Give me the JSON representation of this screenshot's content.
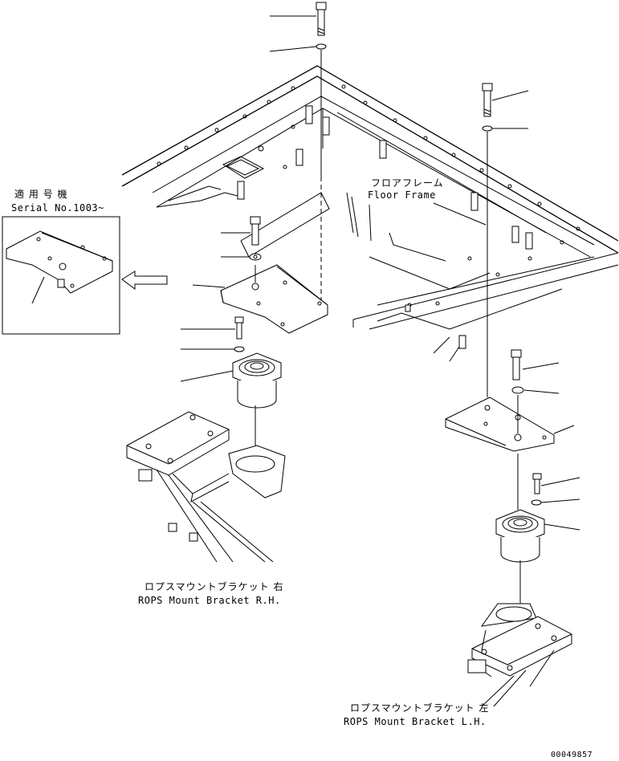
{
  "labels": {
    "serial_jp": "適 用 号 機",
    "serial_en": "Serial No.1003~",
    "floor_jp": "フロアフレーム",
    "floor_en": "Floor Frame",
    "rops_rh_jp": "ロプスマウントブラケット 右",
    "rops_rh_en": "ROPS Mount Bracket R.H.",
    "rops_lh_jp": "ロプスマウントブラケット 左",
    "rops_lh_en": "ROPS Mount Bracket L.H.",
    "drawing_no": "00049857"
  }
}
